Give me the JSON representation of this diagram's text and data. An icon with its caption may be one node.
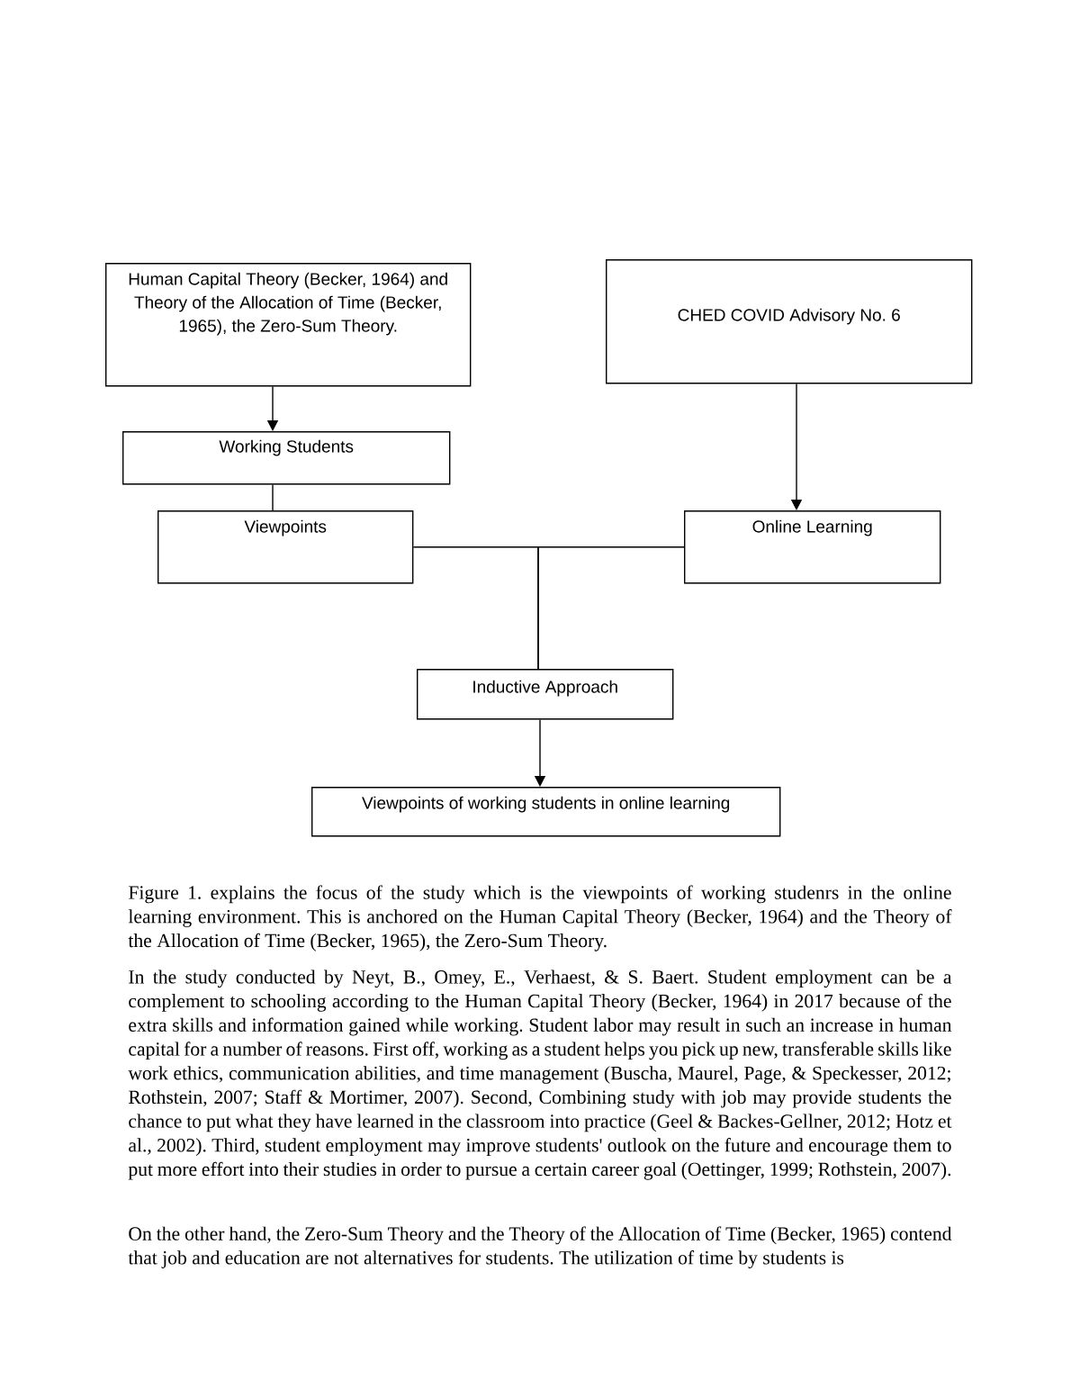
{
  "diagram": {
    "nodes": [
      {
        "text": [
          "Human Capital Theory (Becker, 1964) and Theory of the Allocation of Time (Becker, 1965), the Zero-Sum Theory."
        ]
      },
      {
        "text": [
          "CHED COVID Advisory No. 6"
        ]
      },
      {
        "text": [
          "Working Students"
        ]
      },
      {
        "text": [
          "Viewpoints"
        ]
      },
      {
        "text": [
          "Online Learning"
        ]
      },
      {
        "text": [
          "Inductive Approach"
        ]
      },
      {
        "text": [
          "Viewpoints of working students in online learning"
        ]
      }
    ],
    "edges": [
      {
        "from": 0,
        "to": 2,
        "arrow": "to"
      },
      {
        "from": 1,
        "to": 4,
        "arrow": "to"
      },
      {
        "from": 2,
        "to": 3,
        "arrow": "none"
      },
      {
        "from": 3,
        "to": 5,
        "arrow": "none"
      },
      {
        "from": 4,
        "to": 5,
        "arrow": "none"
      },
      {
        "from": 5,
        "to": 6,
        "arrow": "to"
      }
    ],
    "labels": [
      "Figure 1. explains the focus of the study which is the viewpoints of working studenrs in the online learning environment. This is anchored on the Human Capital Theory (Becker, 1964) and the Theory of the Allocation of Time (Becker, 1965), the Zero-Sum Theory.",
      "In the study conducted by Neyt, B., Omey, E., Verhaest, & S. Baert. Student employment can be a complement to schooling according to the Human Capital Theory (Becker, 1964) in 2017 because of the extra skills and information gained while working. Student labor may result in such an increase in human capital for a number of reasons. First off, working as a student helps you pick up new, transferable skills like work ethics, communication abilities, and time management (Buscha, Maurel, Page, & Speckesser, 2012; Rothstein, 2007; Staff & Mortimer, 2007). Second, Combining study with job may provide students the chance to put what they have learned in the classroom into practice (Geel & Backes-Gellner, 2012; Hotz et al., 2002). Third, student employment may improve students' outlook on the future and encourage them to put more effort into their studies in order to pursue a certain career goal (Oettinger, 1999; Rothstein, 2007).",
      "On the other hand, the Zero-Sum Theory and the Theory of the Allocation of Time (Becker, 1965) contend that job and education are not alternatives for students. The utilization of time by students is"
    ]
  }
}
